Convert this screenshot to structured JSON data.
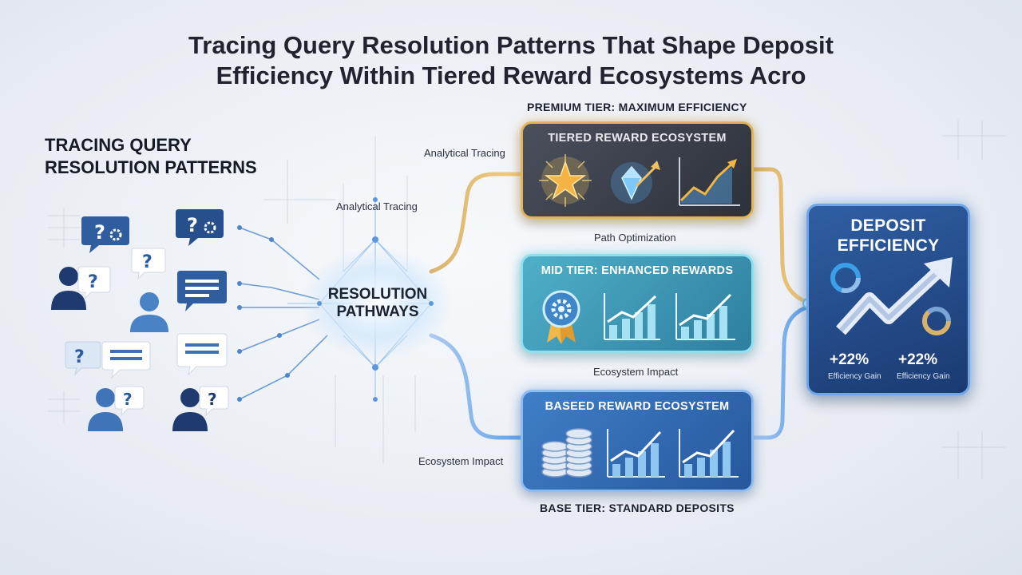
{
  "title_line1": "Tracing Query Resolution Patterns That Shape Deposit",
  "title_line2": "Efficiency Within Tiered Reward Ecosystems Acro",
  "left_heading_line1": "Tracing Query",
  "left_heading_line2": "Resolution Patterns",
  "hub": {
    "line1": "Resolution",
    "line2": "Pathways"
  },
  "path_labels": {
    "analytical_tracing_upper": "Analytical Tracing",
    "analytical_tracing_lower": "Analytical Tracing",
    "path_optimization": "Path Optimization",
    "ecosystem_impact_mid": "Ecosystem Impact",
    "ecosystem_impact_lower": "Ecosystem Impact"
  },
  "tiers": {
    "premium": {
      "label": "PREMIUM TIER: MAXIMUM EFFICIENCY",
      "card_title": "Tiered Reward Ecosystem",
      "accent": "#e3b45a"
    },
    "mid": {
      "card_title": "Mid Tier: Enhanced Rewards",
      "accent": "#8fe0ef"
    },
    "base": {
      "label": "BASE TIER: STANDARD DEPOSITS",
      "card_title": "Baseed Reward Ecosystem",
      "accent": "#8dbcf0"
    }
  },
  "deposit": {
    "title_line1": "Deposit",
    "title_line2": "Efficiency",
    "gains": [
      {
        "value": "+22%",
        "caption": "Efficiency Gain"
      },
      {
        "value": "+22%",
        "caption": "Efficiency Gain"
      }
    ]
  },
  "icons": {
    "people": [
      "person-question-icon",
      "person-icon",
      "person-question-icon",
      "person-question-icon"
    ],
    "bubbles": [
      "question-gear-bubble-icon",
      "question-bubble-icon",
      "question-gear-bubble-icon",
      "text-bubble-icon",
      "question-bubble-icon",
      "text-bubble-icon",
      "text-bubble-icon"
    ],
    "premium": [
      "star-icon",
      "gem-icon",
      "growth-chart-icon"
    ],
    "mid": [
      "award-gear-icon",
      "bar-chart-icon",
      "bar-chart-icon"
    ],
    "base": [
      "coins-icon",
      "bar-chart-icon",
      "bar-chart-icon"
    ],
    "deposit": [
      "donut-icon",
      "trend-arrow-icon",
      "donut-icon"
    ]
  }
}
